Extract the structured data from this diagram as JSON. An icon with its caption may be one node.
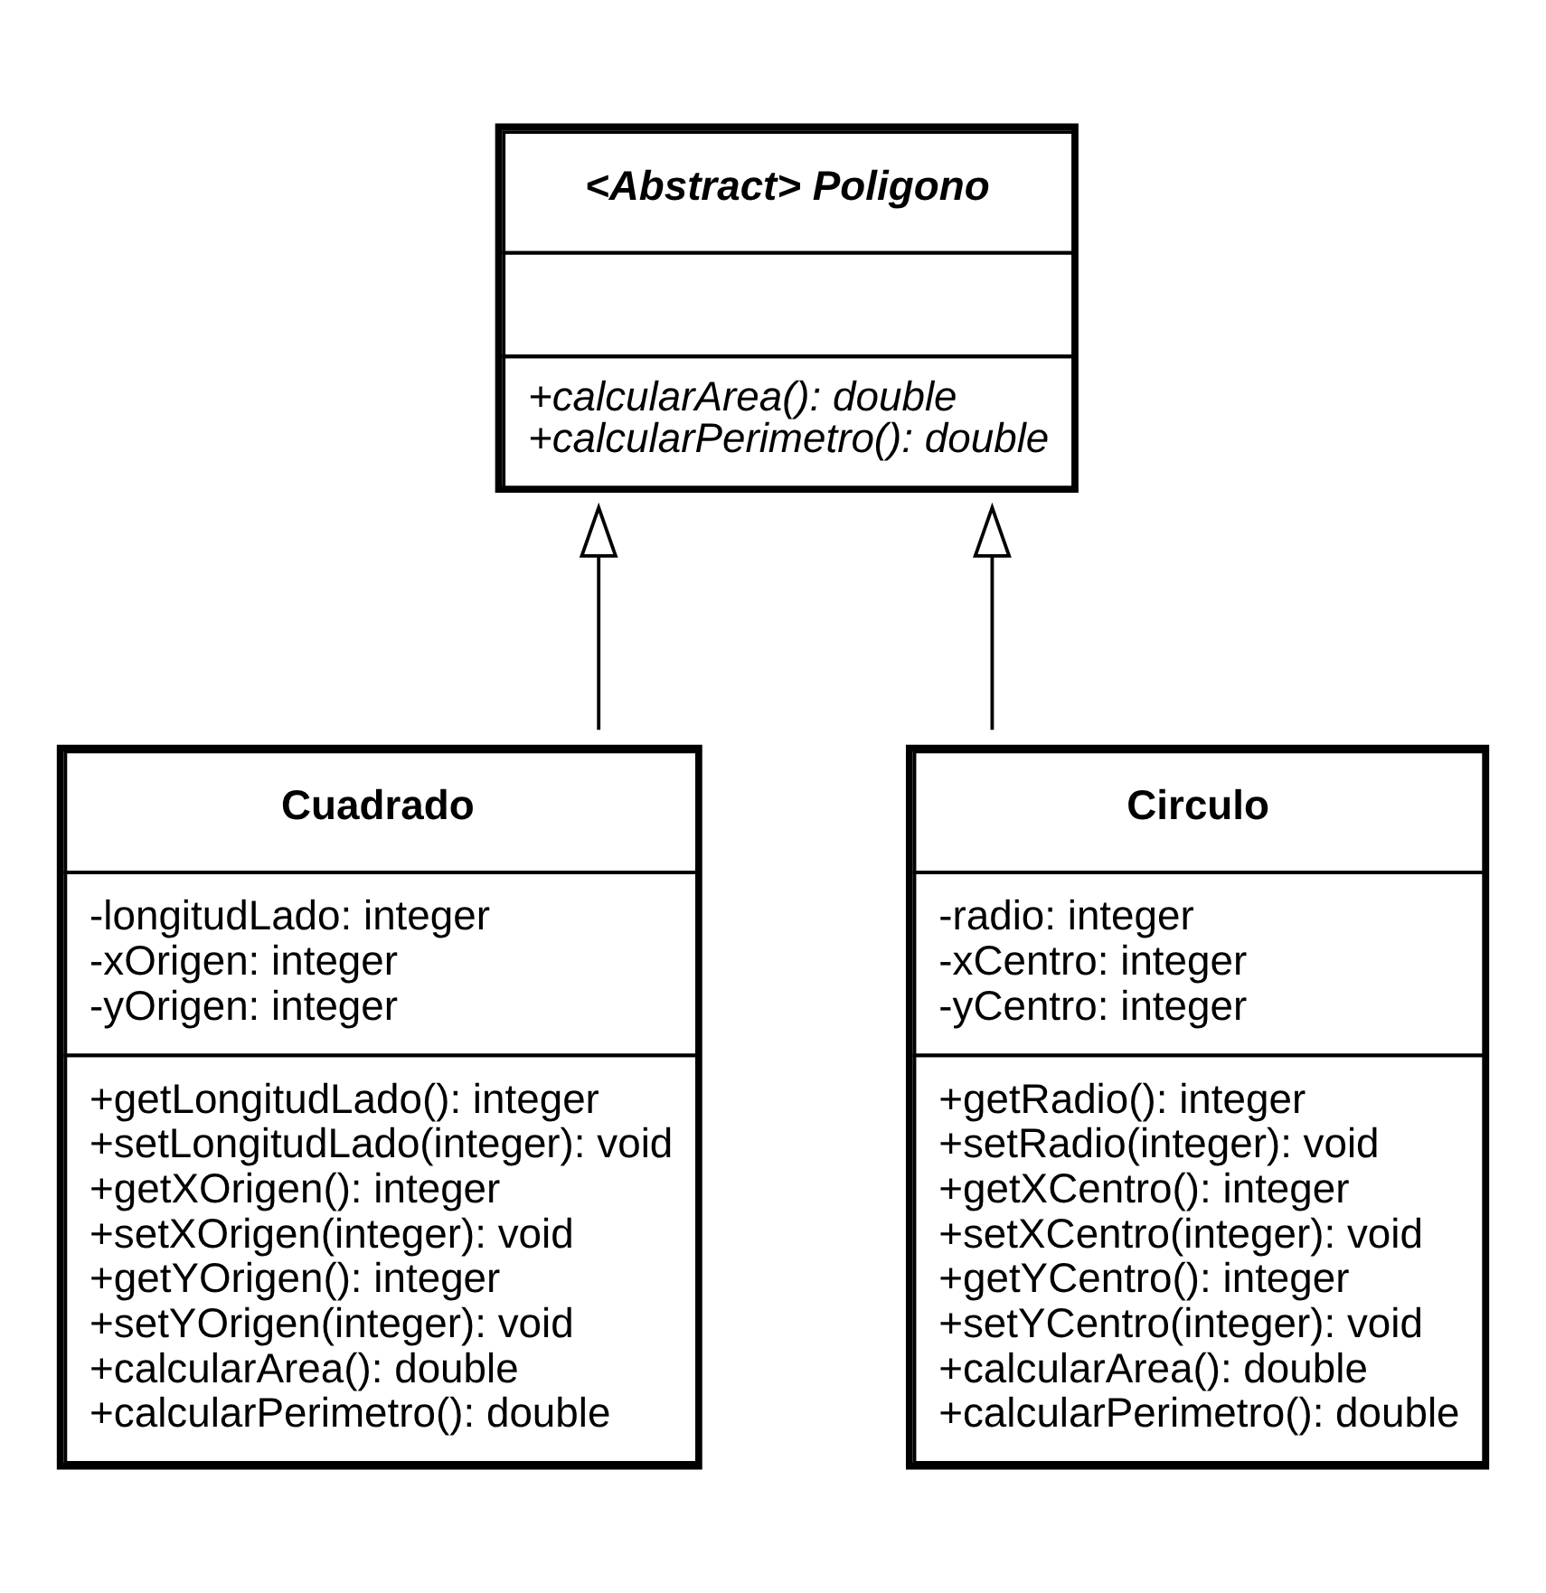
{
  "diagram": {
    "nodes": [
      {
        "text": [
          "<Abstract> Poligono",
          "+calcularArea(): double +calcularPerimetro(): double"
        ]
      },
      {
        "text": [
          "Cuadrado",
          "-longitudLado: integer -xOrigen: integer -yOrigen: integer",
          "+getLongitudLado(): integer +setLongitudLado(integer): void +getXOrigen(): integer +setXOrigen(integer): void +getYOrigen(): integer +setYOrigen(integer): void +calcularArea(): double +calcularPerimetro(): double"
        ]
      },
      {
        "text": [
          "Circulo",
          "-radio: integer -xCentro: integer -yCentro: integer",
          "+getRadio(): integer +setRadio(integer): void +getXCentro(): integer +setXCentro(integer): void +getYCentro(): integer +setYCentro(integer): void +calcularArea(): double +calcularPerimetro(): double"
        ]
      }
    ],
    "edges": [
      {
        "from": 1,
        "to": 0,
        "arrow": "to"
      },
      {
        "from": 2,
        "to": 0,
        "arrow": "to"
      }
    ]
  }
}
